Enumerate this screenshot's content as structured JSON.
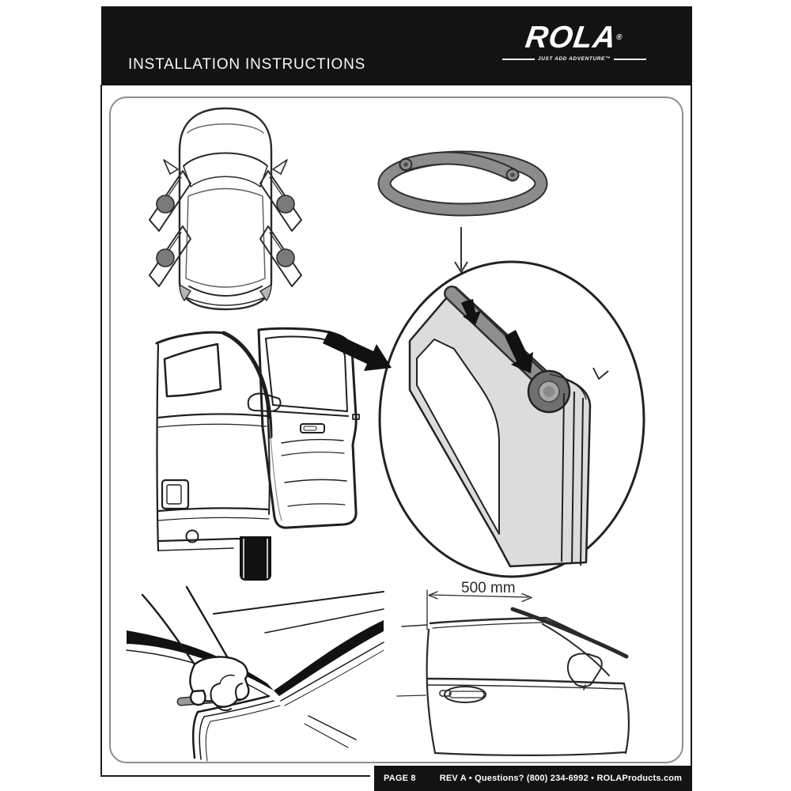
{
  "header": {
    "title": "INSTALLATION INSTRUCTIONS",
    "logo": {
      "brand": "ROLA",
      "registered": "®",
      "tagline": "JUST ADD ADVENTURE™"
    }
  },
  "figures": {
    "car_top_view": {
      "icon": "car-top-view-open-doors-illustration",
      "door_marker_color": "#7a7a7a"
    },
    "trim_coil": {
      "icon": "rubber-trim-coil-illustration",
      "tube_color": "#8c8c8c"
    },
    "detail_magnifier": {
      "icon": "door-edge-trim-install-detail-illustration",
      "panel_color": "#dcdcdc"
    },
    "car_rear_door_open": {
      "icon": "car-rear-open-door-illustration"
    },
    "hand_install": {
      "icon": "hand-pressing-trim-illustration",
      "tube_color": "#9a9a9a"
    },
    "side_view": {
      "icon": "door-side-view-illustration",
      "dimension_label": "500 mm"
    }
  },
  "footer": {
    "page_label": "PAGE 8",
    "info": "REV A • Questions? (800) 234-6992 • ROLAProducts.com"
  },
  "colors": {
    "bar_black": "#131313",
    "line_black": "#1f1f1f",
    "frame_gray": "#8e8e8e",
    "rubber_gray": "#8c8c8c"
  }
}
